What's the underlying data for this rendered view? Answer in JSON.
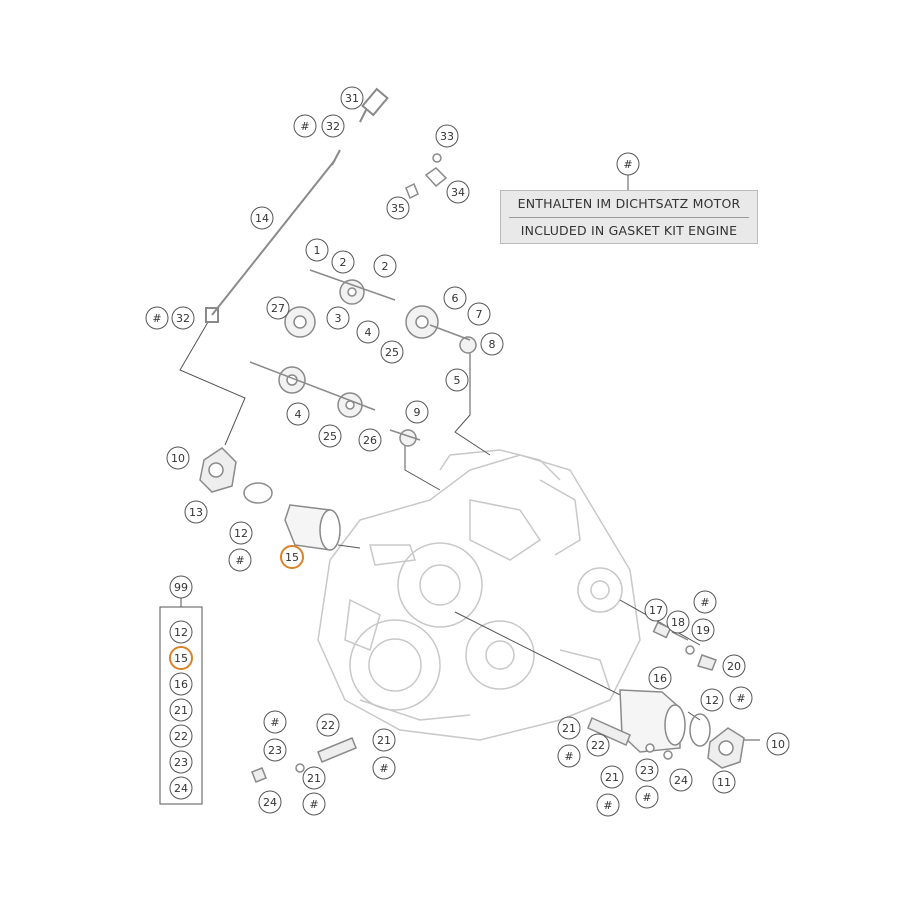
{
  "colors": {
    "line": "#555555",
    "part": "#8a8a8a",
    "faint": "#c8c8c8",
    "highlight": "#d9822b",
    "legend_bg": "#e9e9e9"
  },
  "legend": {
    "marker": "#",
    "line1": "ENTHALTEN IM DICHTSATZ MOTOR",
    "line2": "INCLUDED IN GASKET KIT ENGINE"
  },
  "callouts": [
    {
      "label": "31"
    },
    {
      "label": "#"
    },
    {
      "label": "32"
    },
    {
      "label": "33"
    },
    {
      "label": "34"
    },
    {
      "label": "35"
    },
    {
      "label": "14"
    },
    {
      "label": "1"
    },
    {
      "label": "2"
    },
    {
      "label": "2"
    },
    {
      "label": "27"
    },
    {
      "label": "3"
    },
    {
      "label": "4"
    },
    {
      "label": "25"
    },
    {
      "label": "6"
    },
    {
      "label": "7"
    },
    {
      "label": "8"
    },
    {
      "label": "5"
    },
    {
      "label": "#"
    },
    {
      "label": "32"
    },
    {
      "label": "4"
    },
    {
      "label": "25"
    },
    {
      "label": "26"
    },
    {
      "label": "9"
    },
    {
      "label": "10"
    },
    {
      "label": "13"
    },
    {
      "label": "12"
    },
    {
      "label": "#"
    },
    {
      "label": "15",
      "highlight": true
    },
    {
      "label": "99"
    },
    {
      "label": "12"
    },
    {
      "label": "15",
      "highlight": true
    },
    {
      "label": "16"
    },
    {
      "label": "21"
    },
    {
      "label": "22"
    },
    {
      "label": "23"
    },
    {
      "label": "24"
    },
    {
      "label": "17"
    },
    {
      "label": "18"
    },
    {
      "label": "#"
    },
    {
      "label": "19"
    },
    {
      "label": "20"
    },
    {
      "label": "16"
    },
    {
      "label": "12"
    },
    {
      "label": "#"
    },
    {
      "label": "10"
    },
    {
      "label": "11"
    },
    {
      "label": "21"
    },
    {
      "label": "#"
    },
    {
      "label": "22"
    },
    {
      "label": "21"
    },
    {
      "label": "#"
    },
    {
      "label": "23"
    },
    {
      "label": "#"
    },
    {
      "label": "24"
    },
    {
      "label": "#"
    },
    {
      "label": "23"
    },
    {
      "label": "24"
    },
    {
      "label": "21"
    },
    {
      "label": "#"
    },
    {
      "label": "22"
    },
    {
      "label": "21"
    },
    {
      "label": "#"
    }
  ]
}
